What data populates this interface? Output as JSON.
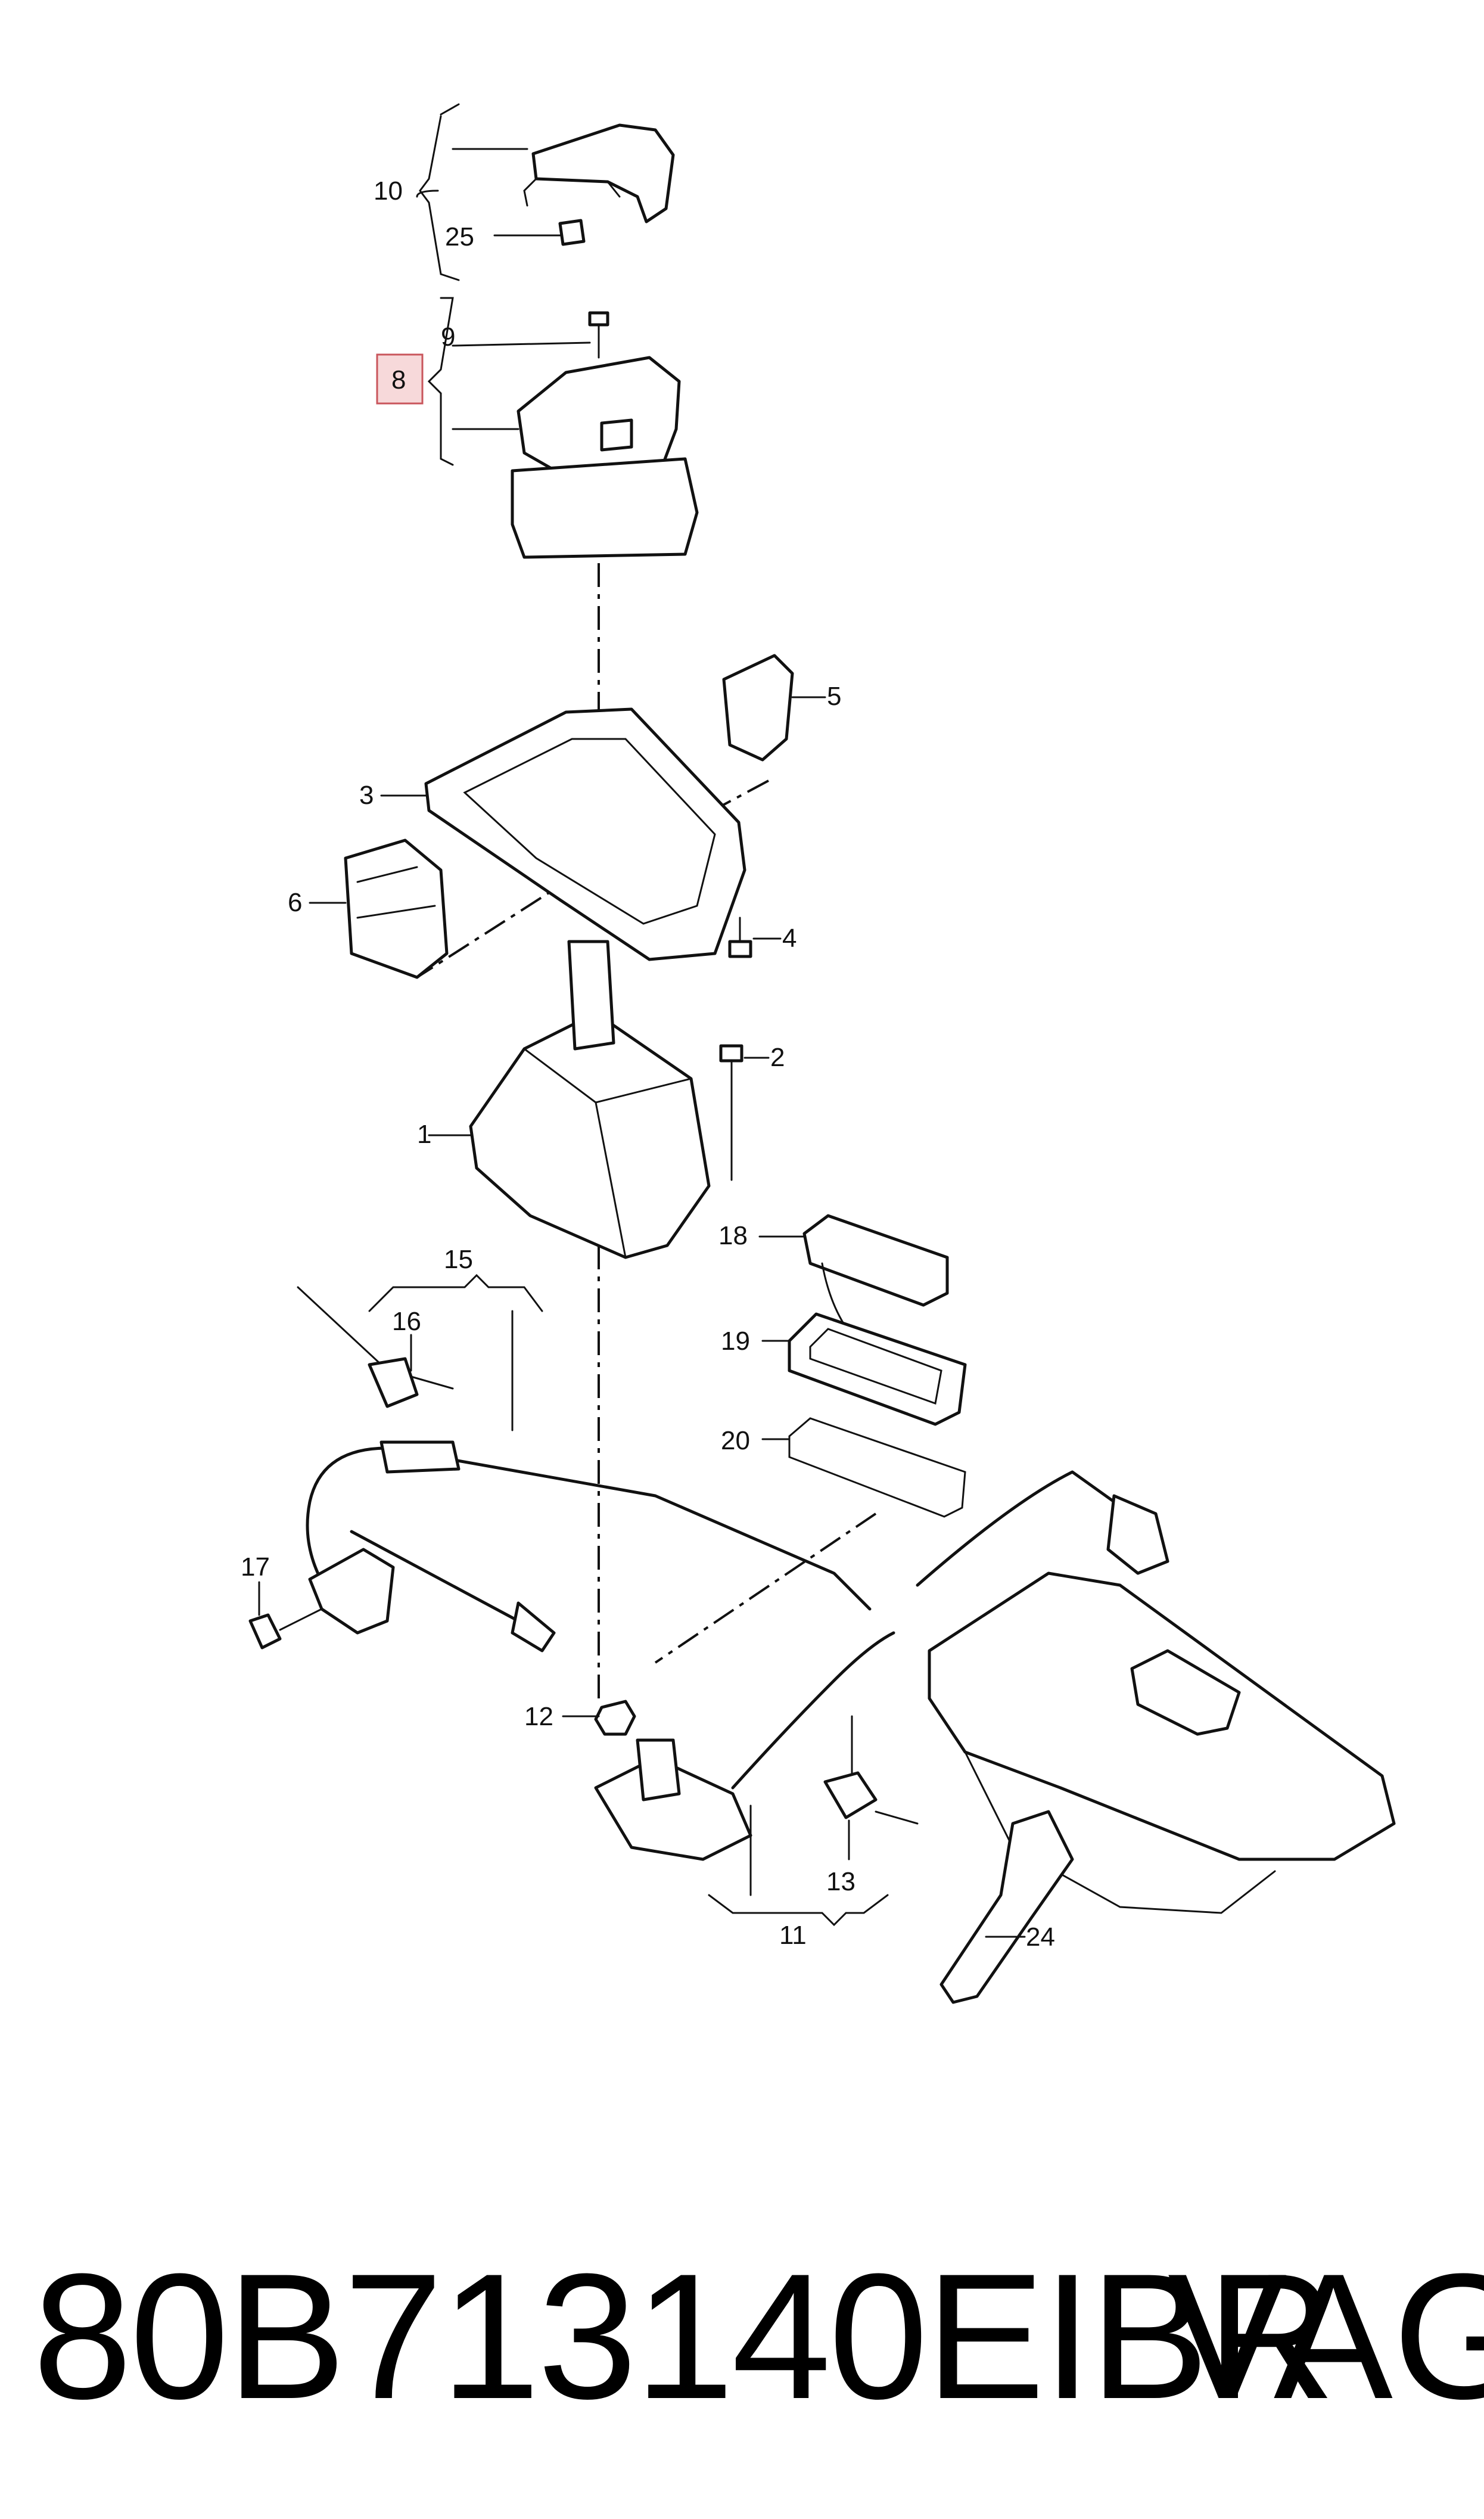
{
  "callouts": {
    "c1": "1",
    "c2": "2",
    "c3": "3",
    "c4": "4",
    "c5": "5",
    "c6": "6",
    "c8": "8",
    "c9": "9",
    "c10": "10",
    "c11": "11",
    "c12": "12",
    "c13": "13",
    "c15": "15",
    "c16": "16",
    "c17": "17",
    "c18": "18",
    "c19": "19",
    "c20": "20",
    "c24": "24",
    "c25": "25"
  },
  "highlighted_callout": "8",
  "highlight_color": "#f7d9da",
  "footer": {
    "part_number": "80B713140EIBR",
    "brand": "VAG"
  }
}
